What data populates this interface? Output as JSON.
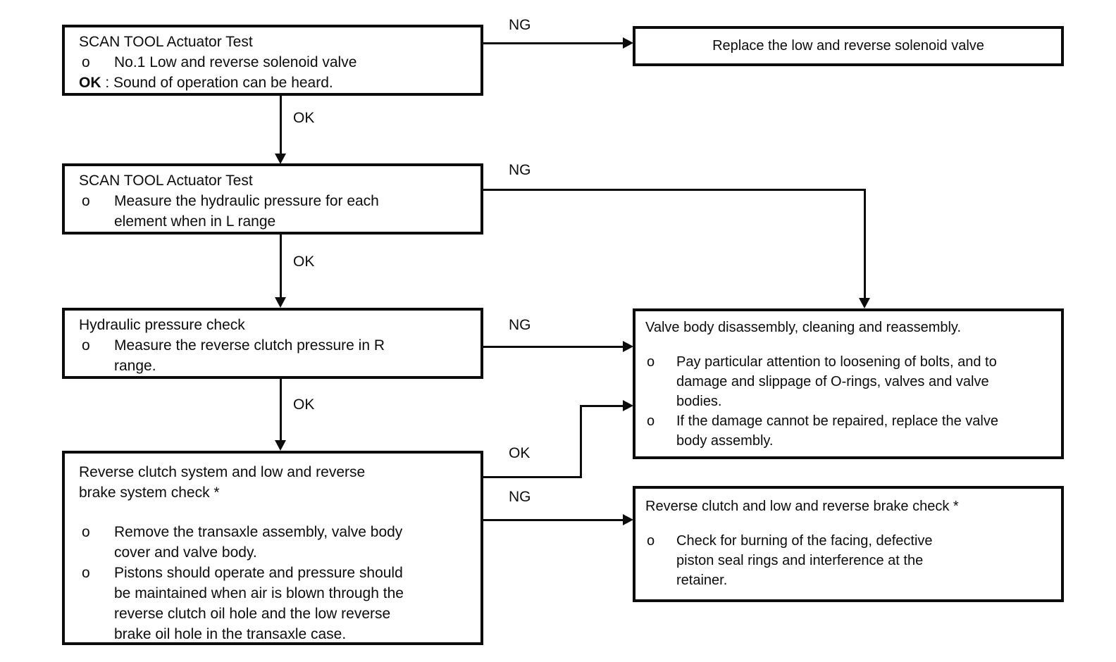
{
  "colors": {
    "background": "#ffffff",
    "ink": "#0c0c0c"
  },
  "bullet_marker": "o",
  "box1": {
    "title": "SCAN TOOL Actuator Test",
    "bullet1": "No.1 Low and reverse solenoid valve",
    "result_label": "OK",
    "result_text": " : Sound of operation can be heard."
  },
  "box2": {
    "title": "SCAN TOOL Actuator Test",
    "bullet1": "Measure the hydraulic pressure for each\nelement when in L range"
  },
  "box3": {
    "title": "Hydraulic pressure check",
    "bullet1": "Measure the reverse clutch pressure in R\nrange."
  },
  "box4": {
    "title": "Reverse clutch system and low and reverse\nbrake system check *",
    "bullet1": "Remove the transaxle assembly, valve body\ncover and valve body.",
    "bullet2": "Pistons should operate and pressure should\nbe maintained when air is blown through the\nreverse clutch oil hole and the low reverse\nbrake oil hole in the transaxle case."
  },
  "box5": {
    "title": "Replace the low and reverse solenoid valve"
  },
  "box6": {
    "title": "Valve body disassembly, cleaning and reassembly.",
    "bullet1": "Pay particular attention to loosening of bolts, and to\ndamage and slippage of O-rings, valves and valve\nbodies.",
    "bullet2": "If the damage cannot be repaired, replace the valve\nbody assembly."
  },
  "box7": {
    "title": "Reverse clutch and low and reverse brake check *",
    "bullet1": "Check for burning of the facing, defective\npiston seal rings and interference at the\nretainer."
  },
  "edges": {
    "b1_to_b5": "NG",
    "b1_to_b2": "OK",
    "b2_to_b6": "NG",
    "b2_to_b3": "OK",
    "b3_to_b6": "NG",
    "b3_to_b4": "OK",
    "b4_to_b6": "OK",
    "b4_to_b7": "NG"
  }
}
